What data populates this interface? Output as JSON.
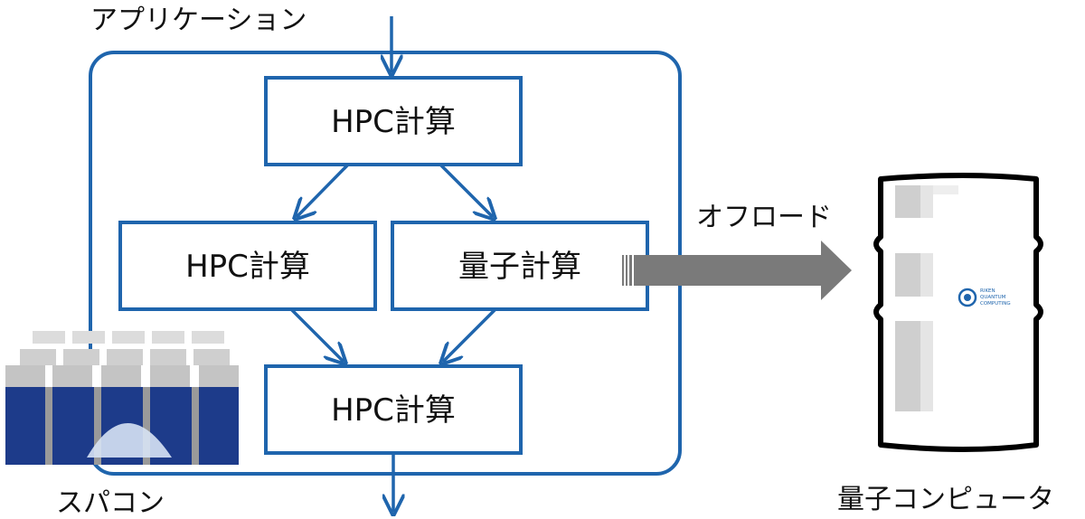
{
  "labels": {
    "application": "アプリケーション",
    "offload": "オフロード",
    "supercomputer": "スパコン",
    "quantum_computer": "量子コンピュータ"
  },
  "boxes": {
    "top": "HPC計算",
    "left": "HPC計算",
    "right": "量子計算",
    "bottom": "HPC計算"
  },
  "logo": {
    "line1": "RIKEN",
    "line2": "QUANTUM",
    "line3": "COMPUTING"
  },
  "colors": {
    "blue": "#1f65ad",
    "arrow_gray": "#7a7a7a",
    "rack_blue": "#1d3b8a"
  }
}
